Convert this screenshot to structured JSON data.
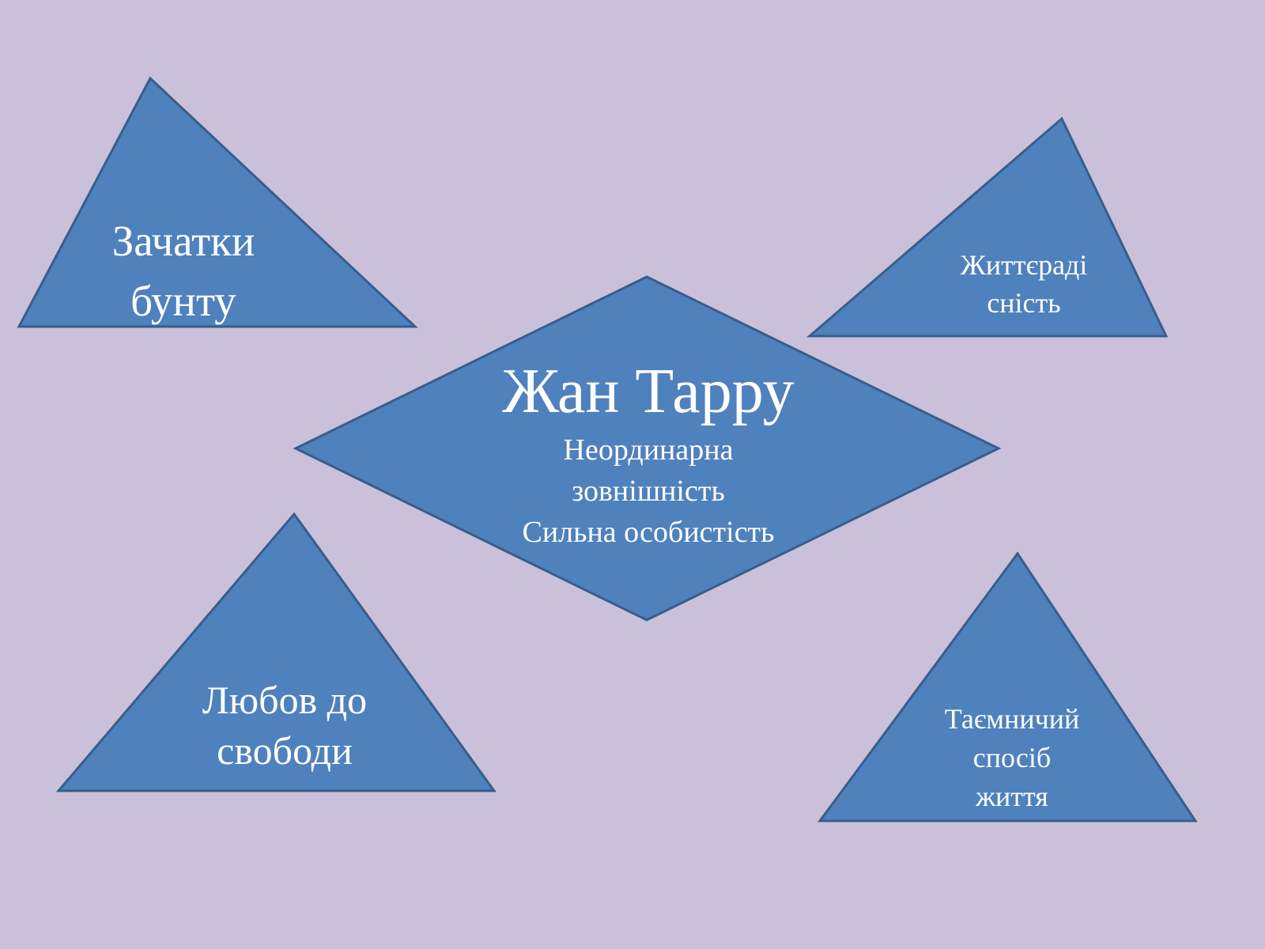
{
  "colors": {
    "background": "#cac0da",
    "shape_fill": "#4f81bd",
    "shape_stroke": "#385d8a",
    "text": "#ffffff"
  },
  "center": {
    "title": "Жан Тарру",
    "lines": [
      "Неординарна",
      "зовнішність",
      "Сильна особистість"
    ]
  },
  "top_left": {
    "lines": [
      "Зачатки",
      "бунту"
    ]
  },
  "top_right": {
    "lines": [
      "Життєраді",
      "сність"
    ]
  },
  "bottom_left": {
    "lines": [
      "Любов до",
      "свободи"
    ]
  },
  "bottom_right": {
    "lines": [
      "Таємничий",
      "спосіб",
      "життя"
    ]
  }
}
